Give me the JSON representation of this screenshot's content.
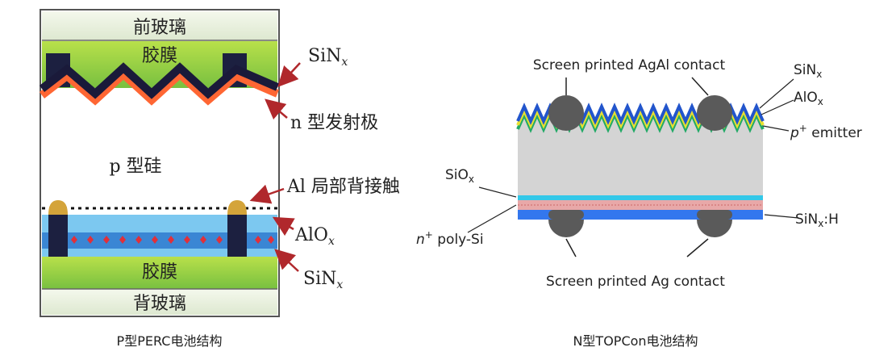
{
  "left": {
    "front_glass": "前玻璃",
    "top_film": "胶膜",
    "p_silicon": "p 型硅",
    "bottom_film": "胶膜",
    "back_glass": "背玻璃",
    "labels": {
      "sin_top": "SiN",
      "sin_top_sub": "x",
      "n_emitter": "n 型发射极",
      "al_contact": "Al 局部背接触",
      "alo": "AlO",
      "alo_sub": "x",
      "sin_bottom": "SiN",
      "sin_bottom_sub": "x"
    },
    "caption": "P型PERC电池结构"
  },
  "right": {
    "labels": {
      "top_contact": "Screen printed AgAl contact",
      "sin": "SiN",
      "sin_sub": "x",
      "alo": "AlO",
      "alo_sub": "x",
      "emitter_sup": "p",
      "emitter_plus": "+",
      "emitter_rest": " emitter",
      "sio": "SiO",
      "sio_sub": "x",
      "sinh": "SiN",
      "sinh_sub": "x",
      "sinh_rest": ":H",
      "poly_n": "n",
      "poly_plus": "+",
      "poly_rest": " poly-Si",
      "bottom_contact": "Screen printed Ag contact"
    },
    "caption": "N型TOPCon电池结构"
  },
  "colors": {
    "glass": "#e8f0e0",
    "film": "#8ccc3c",
    "dark_layer": "#1a1a3a",
    "emitter": "#ff6633",
    "aloc": "#44aaee",
    "sin_blue": "#2266cc",
    "arrow_red": "#b0282c",
    "wafer_gray": "#d4d4d4",
    "contact_gray": "#5a5a5a"
  }
}
